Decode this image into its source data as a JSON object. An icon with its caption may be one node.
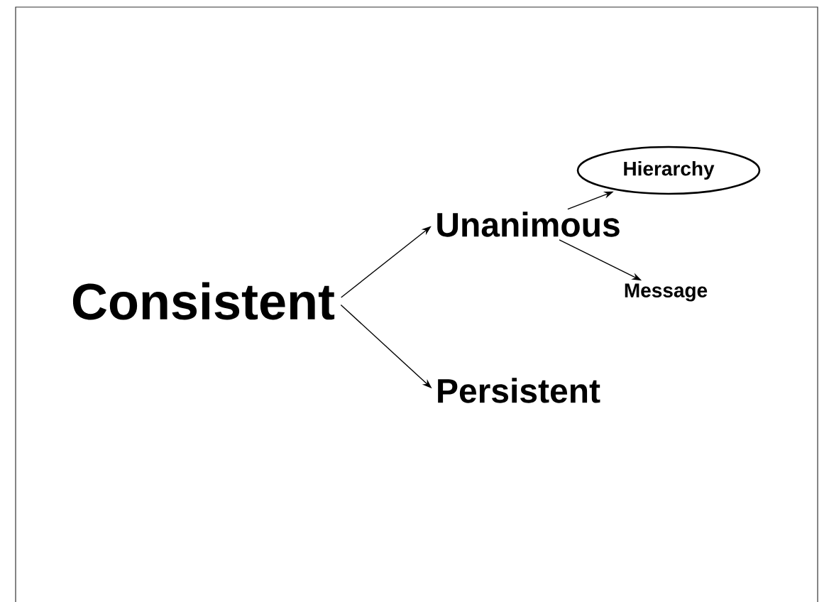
{
  "diagram": {
    "nodes": [
      {
        "text": [
          "Consistent"
        ]
      },
      {
        "text": [
          "Unanimous"
        ]
      },
      {
        "text": [
          "Hierarchy"
        ]
      },
      {
        "text": [
          "Message"
        ]
      },
      {
        "text": [
          "Persistent"
        ]
      }
    ],
    "edges": [
      {
        "from": 0,
        "to": 1,
        "arrow": "to"
      },
      {
        "from": 0,
        "to": 4,
        "arrow": "to"
      },
      {
        "from": 1,
        "to": 2,
        "arrow": "to"
      },
      {
        "from": 1,
        "to": 3,
        "arrow": "to"
      }
    ]
  }
}
